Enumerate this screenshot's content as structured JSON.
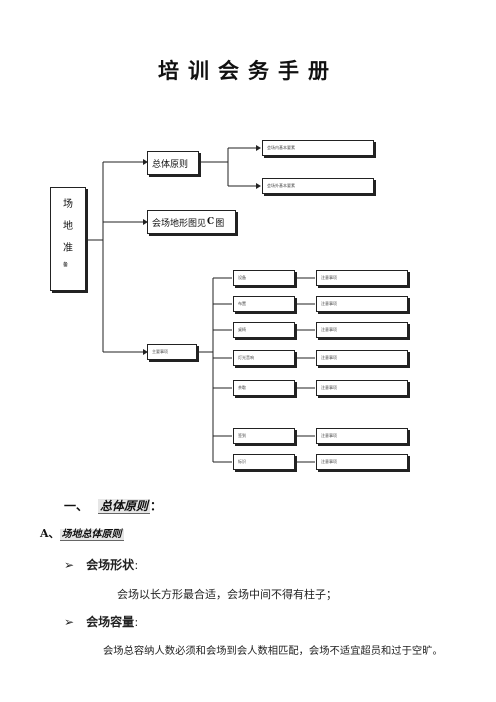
{
  "doc_title": "培训会务手册",
  "diagram": {
    "root": [
      "场",
      "地",
      "准",
      "备"
    ],
    "level1": {
      "general": "总体原则",
      "map": "会场地形图见",
      "map_bold": "C",
      "map_tail": "图",
      "aux": "主要事项"
    },
    "general_children": [
      "会场内基本要素",
      "会场外基本要素"
    ],
    "aux_children": [
      "设备",
      "布置",
      "桌椅",
      "灯光音响",
      "茶歇",
      "签到",
      "标识"
    ],
    "aux_notes": [
      "注意事项",
      "注意事项",
      "注意事项",
      "注意事项",
      "注意事项",
      "注意事项",
      "注意事项"
    ]
  },
  "section1": {
    "number": "一、",
    "title": "总体原则",
    "colon": "："
  },
  "sectionA": {
    "label": "A、",
    "title": "场地总体原则"
  },
  "items": [
    {
      "bullet": "➢",
      "title": "会场形状",
      "colon": "：",
      "text": "会场以长方形最合适，会场中间不得有柱子；"
    },
    {
      "bullet": "➢",
      "title": "会场容量",
      "colon": "：",
      "text": "会场总容纳人数必须和会场到会人数相匹配，会场不适宜超员和过于空旷。"
    }
  ]
}
